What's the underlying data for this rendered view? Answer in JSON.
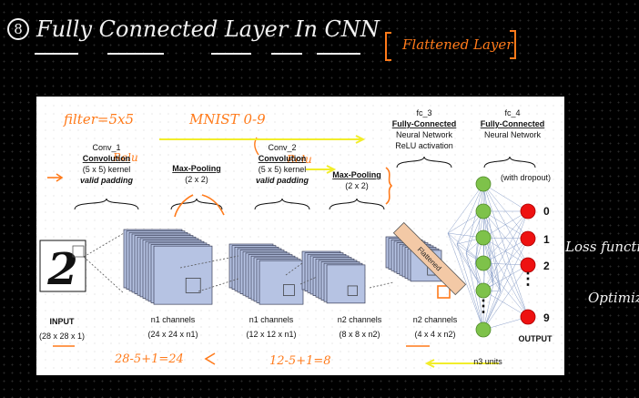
{
  "title": {
    "number": "8",
    "text": "Fully Connected Layer In CNN",
    "bracket_note": "Flattened Layer"
  },
  "diagram": {
    "annotations": {
      "filter": "filter=5x5",
      "mnist": "MNIST 0-9",
      "relu1": "Relu",
      "relu2": "Relu",
      "calc1": "28-5+1=24",
      "calc2": "12-5+1=8"
    },
    "conv1": {
      "name": "Conv_1",
      "type": "Convolution",
      "kernel": "(5 x 5) kernel",
      "padding": "valid padding"
    },
    "pool1": {
      "name": "Max-Pooling",
      "size": "(2 x 2)"
    },
    "conv2": {
      "name": "Conv_2",
      "type": "Convolution",
      "kernel": "(5 x 5) kernel",
      "padding": "valid padding"
    },
    "pool2": {
      "name": "Max-Pooling",
      "size": "(2 x 2)"
    },
    "fc3": {
      "name": "fc_3",
      "type": "Fully-Connected",
      "line1": "Neural Network",
      "line2": "ReLU activation"
    },
    "fc4": {
      "name": "fc_4",
      "type": "Fully-Connected",
      "line1": "Neural Network",
      "dropout": "(with dropout)"
    },
    "flattened_label": "Flattened",
    "input_digit": "2",
    "bottom_labels": [
      {
        "top": "INPUT",
        "bottom": "(28 x 28 x 1)"
      },
      {
        "top": "n1 channels",
        "bottom": "(24 x 24 x n1)"
      },
      {
        "top": "n1 channels",
        "bottom": "(12 x 12 x n1)"
      },
      {
        "top": "n2 channels",
        "bottom": "(8 x 8 x n2)"
      },
      {
        "top": "n2 channels",
        "bottom": "(4 x 4 x n2)"
      }
    ],
    "n3_units": "n3 units",
    "outputs": [
      "0",
      "1",
      "2",
      "9"
    ],
    "output_ellipsis": "⋮",
    "output_label": "OUTPUT",
    "colors": {
      "block_fill": "#b6c3e3",
      "block_stroke": "#3a3f58",
      "hidden_node": "#7ec24a",
      "output_node": "#ee1111",
      "flatten_fill": "#f3c9a6",
      "annotation": "#ff7a1a",
      "highlight": "#f2ed2a"
    }
  },
  "side_notes": {
    "loss": "Loss function",
    "optimizer": "Optimizer"
  }
}
